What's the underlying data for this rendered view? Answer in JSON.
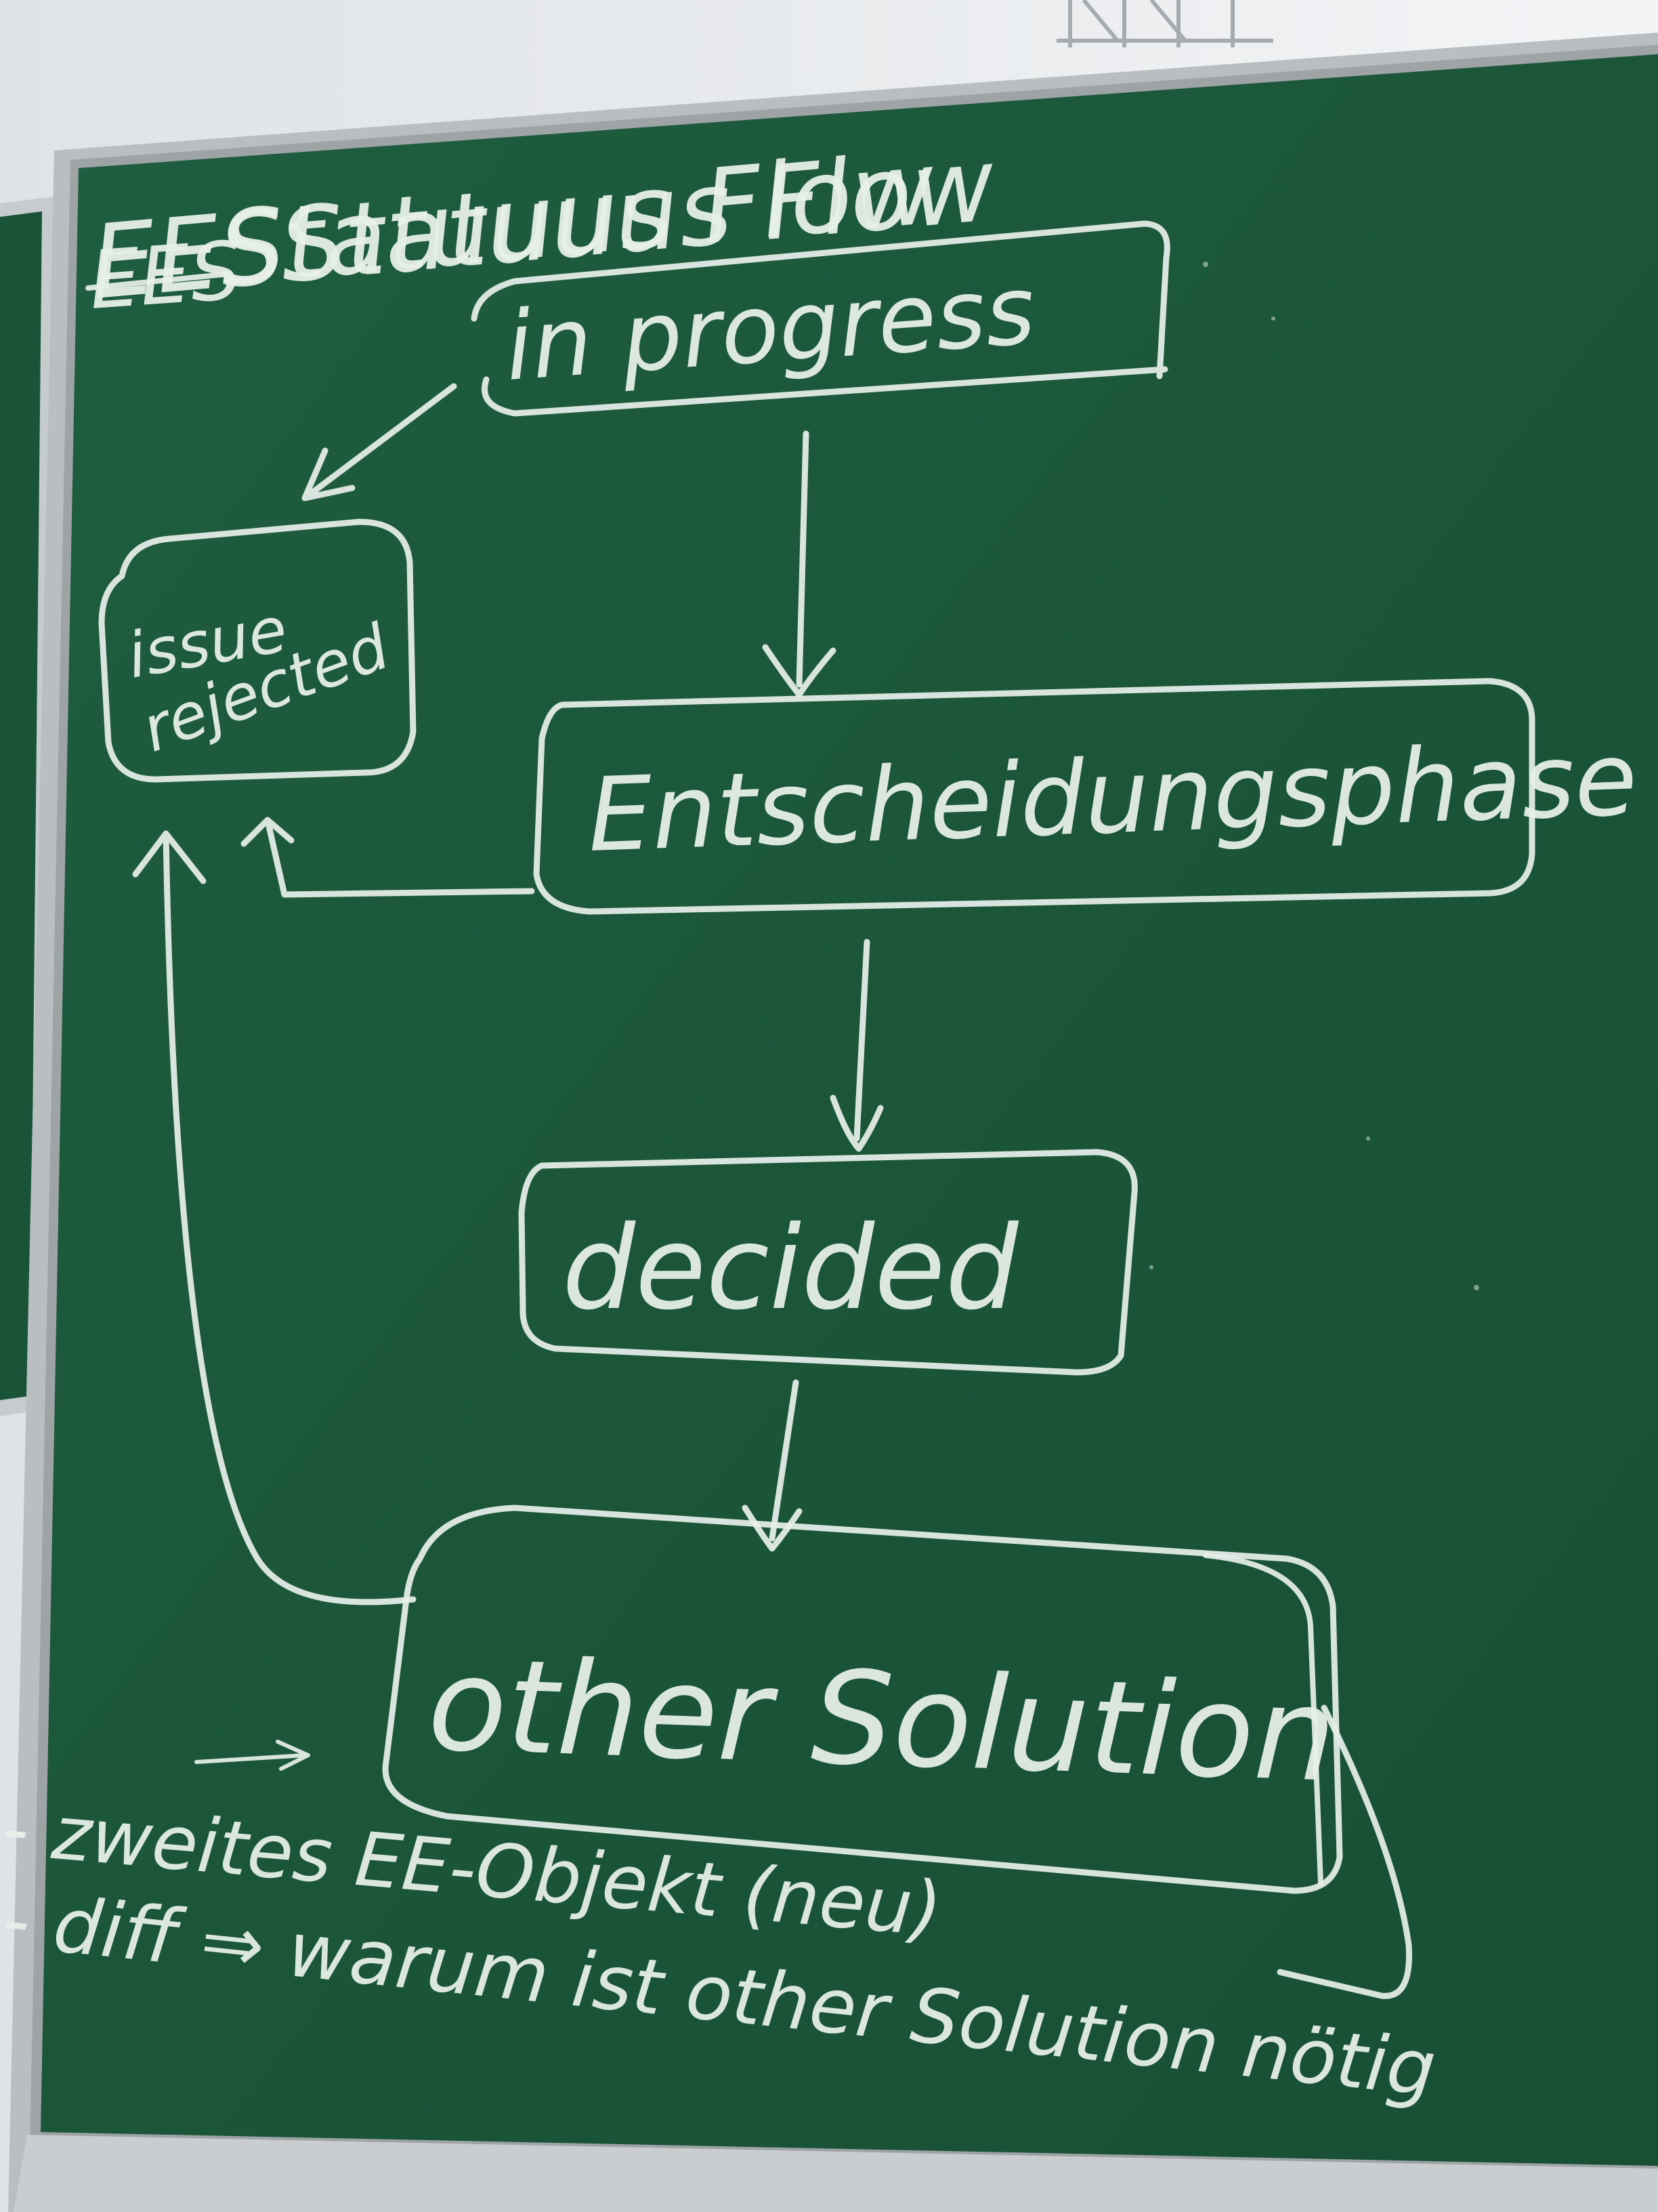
{
  "photo": {
    "subject": "chalkboard",
    "colors": {
      "board": "#1d5a3d",
      "frame": "#b7bcbf",
      "wall": "#eef0f2",
      "chalk": "#e6efe9"
    }
  },
  "board": {
    "title": "EESStatuuus Flow",
    "title_struck": "EES",
    "boxes": {
      "in_progress": "in progress",
      "issue_rejected_line1": "issue",
      "issue_rejected_line2": "rejected",
      "entscheidungsphase": "Entscheidungsphase",
      "decided": "decided",
      "other_solution": "other Solution"
    },
    "notes": {
      "line1": "- zweites EE-Objekt (neu)",
      "line2": "- diff ⇒ warum ist other Solution nötig"
    }
  }
}
